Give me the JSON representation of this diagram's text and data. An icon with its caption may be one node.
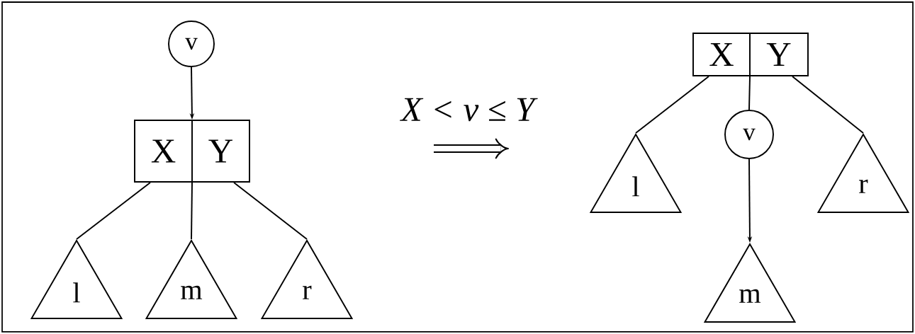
{
  "diagram": {
    "nodes": [
      {
        "text": [
          "v"
        ]
      },
      {
        "text": [
          "X",
          "Y"
        ]
      },
      {
        "text": [
          "l"
        ]
      },
      {
        "text": [
          "m"
        ]
      },
      {
        "text": [
          "r"
        ]
      },
      {
        "text": [
          "X",
          "Y"
        ]
      },
      {
        "text": [
          "v"
        ]
      },
      {
        "text": [
          "l"
        ]
      },
      {
        "text": [
          "m"
        ]
      },
      {
        "text": [
          "r"
        ]
      }
    ],
    "edges": [
      {
        "from": 0,
        "to": 1,
        "arrow": "to"
      },
      {
        "from": 1,
        "to": 2,
        "arrow": "none"
      },
      {
        "from": 1,
        "to": 3,
        "arrow": "none"
      },
      {
        "from": 1,
        "to": 4,
        "arrow": "none"
      },
      {
        "from": 5,
        "to": 7,
        "arrow": "none"
      },
      {
        "from": 5,
        "to": 6,
        "arrow": "none"
      },
      {
        "from": 5,
        "to": 9,
        "arrow": "none"
      },
      {
        "from": 6,
        "to": 8,
        "arrow": "to"
      }
    ],
    "labels": [
      "X < v ≤ Y"
    ]
  }
}
